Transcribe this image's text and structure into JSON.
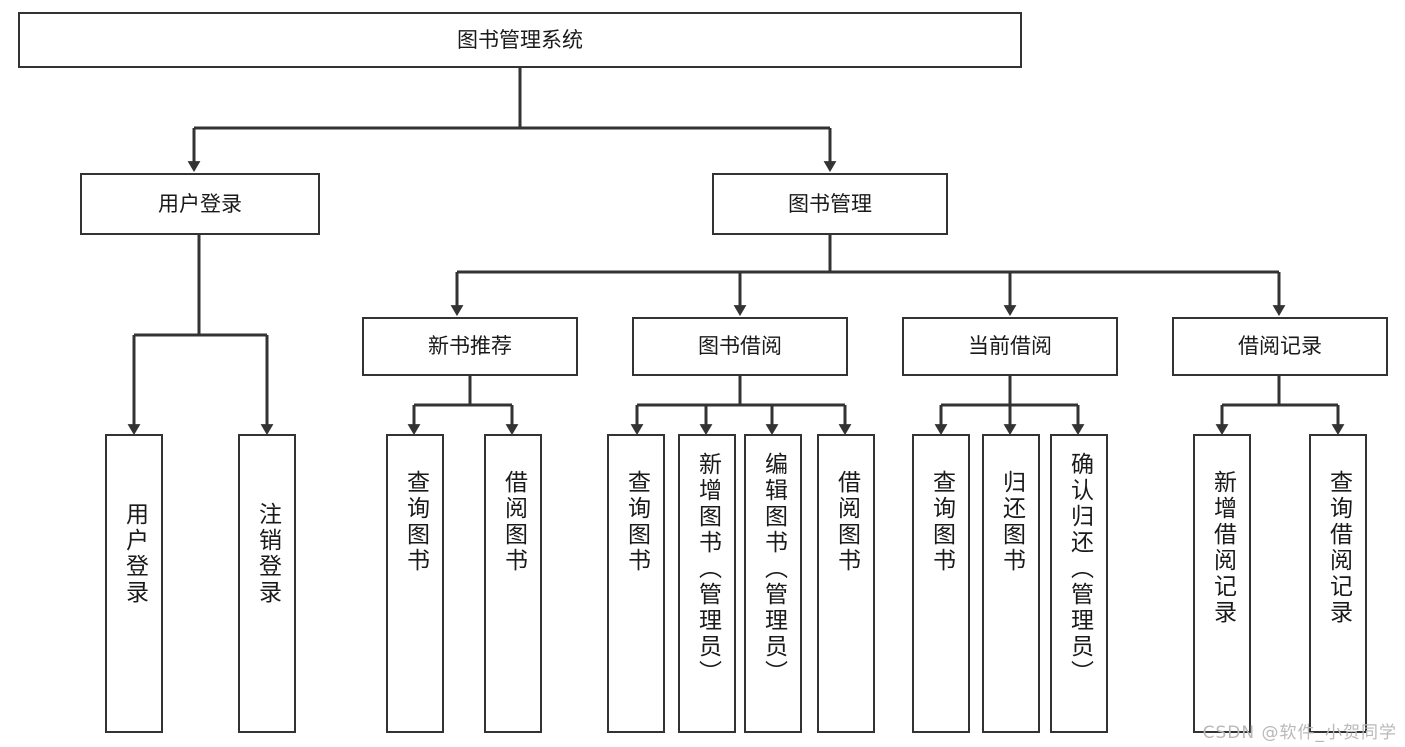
{
  "diagram": {
    "type": "tree",
    "title": "图书管理系统",
    "orientation": "top-down",
    "colors": {
      "box_border": "#333333",
      "box_fill": "#ffffff",
      "edge": "#333333",
      "text": "#1a1a1a",
      "watermark": "#b9b9b9",
      "background": "#ffffff"
    },
    "root": {
      "label": "图书管理系统"
    },
    "level2": [
      {
        "label": "用户登录"
      },
      {
        "label": "图书管理"
      }
    ],
    "level3": [
      {
        "label": "新书推荐"
      },
      {
        "label": "图书借阅"
      },
      {
        "label": "当前借阅"
      },
      {
        "label": "借阅记录"
      }
    ],
    "leaves": {
      "user_login": [
        {
          "label": "用户登录"
        },
        {
          "label": "注销登录"
        }
      ],
      "new_book_recommend": [
        {
          "label": "查询图书"
        },
        {
          "label": "借阅图书"
        }
      ],
      "book_borrow": [
        {
          "label": "查询图书"
        },
        {
          "label": "新增图书（管理员）"
        },
        {
          "label": "编辑图书（管理员）"
        },
        {
          "label": "借阅图书"
        }
      ],
      "current_borrow": [
        {
          "label": "查询图书"
        },
        {
          "label": "归还图书"
        },
        {
          "label": "确认归还（管理员）"
        }
      ],
      "borrow_record": [
        {
          "label": "新增借阅记录"
        },
        {
          "label": "查询借阅记录"
        }
      ]
    }
  },
  "watermark": {
    "text": "CSDN @软件_小贺同学"
  }
}
